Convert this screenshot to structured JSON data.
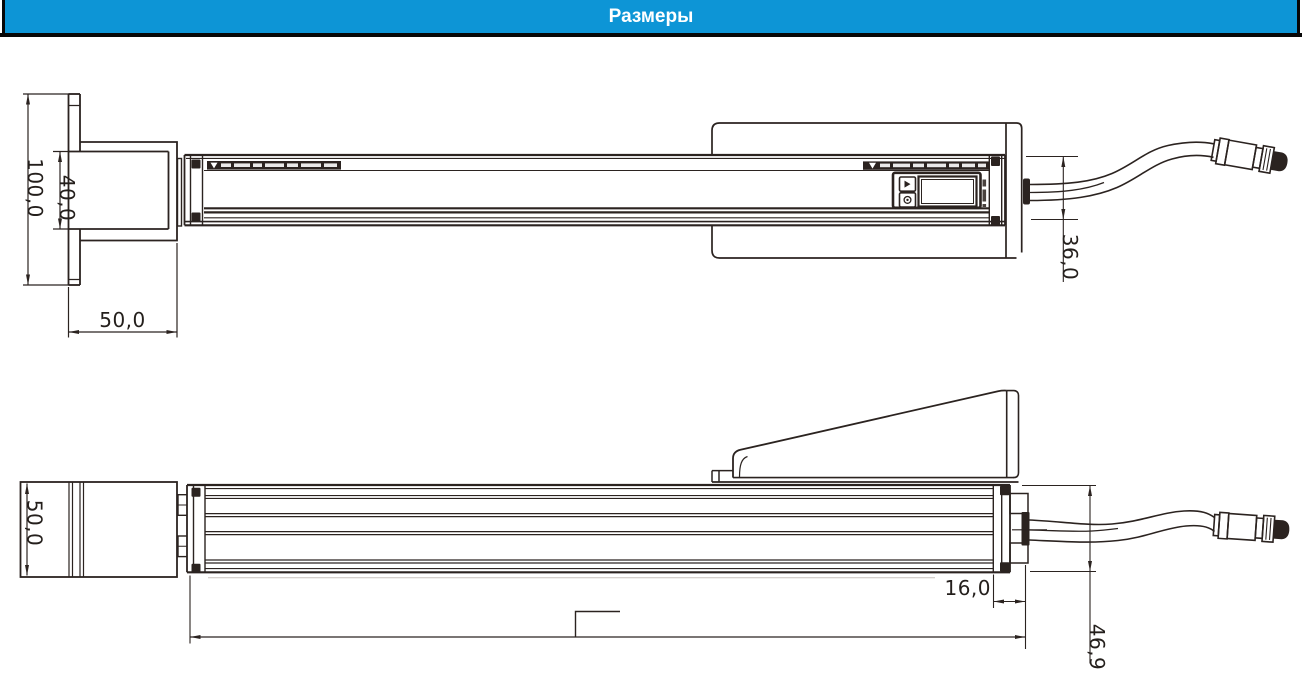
{
  "header": {
    "title": "Размеры"
  },
  "colors": {
    "header_bg": "#0d95d6",
    "header_border": "#070707",
    "line": "#2b2320"
  },
  "views": {
    "side_view": {
      "dims": {
        "bracket_height": "100,0",
        "slot_height": "40,0",
        "bracket_depth": "50,0",
        "body_height": "36,0"
      }
    },
    "top_view": {
      "dims": {
        "bracket_width": "50,0",
        "connector_offset": "16,0",
        "overall_height": "46,9"
      }
    }
  }
}
